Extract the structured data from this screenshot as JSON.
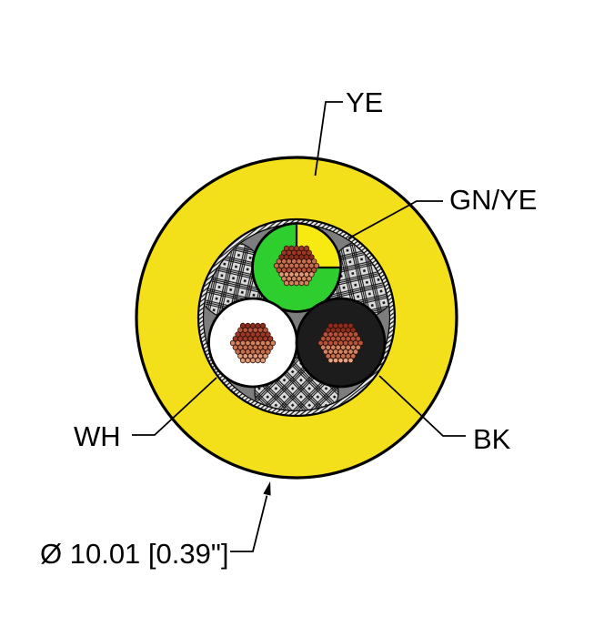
{
  "figure": {
    "type": "cable_cross_section",
    "labels": {
      "jacket": "YE",
      "green_yellow": "GN/YE",
      "white": "WH",
      "black": "BK",
      "diameter": "Ø 10.01 [0.39\"]"
    },
    "colors": {
      "jacket_yellow": "#F3DF1A",
      "wedge_yellow": "#F6EA10",
      "green": "#2DCE2D",
      "white": "#FFFFFF",
      "black": "#1C1C1C",
      "inner_gray": "#7D7D7D",
      "rim_light": "#EDEDED",
      "braid_light": "#DCDCDC",
      "braid_dark": "#141414",
      "line": "#000000",
      "copper_palette": [
        "#8C2D1E",
        "#9D3826",
        "#B5543B",
        "#C4714F",
        "#D08560",
        "#DE9B78",
        "#E3A482"
      ]
    }
  }
}
